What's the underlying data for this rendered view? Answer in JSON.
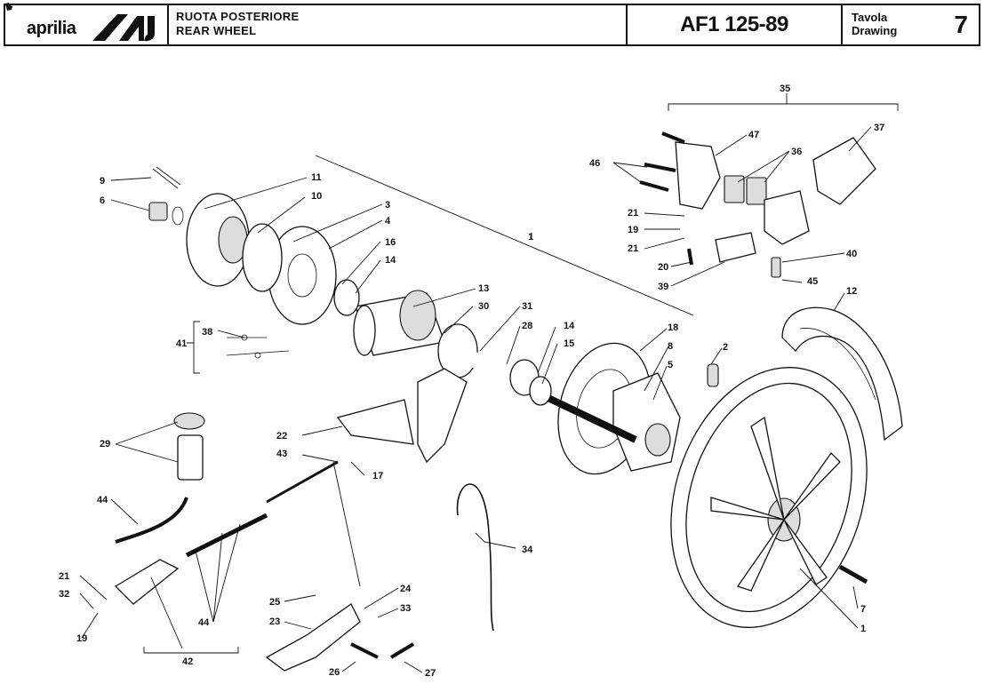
{
  "header": {
    "brand": "aprilia",
    "title_it": "RUOTA POSTERIORE",
    "title_en": "REAR WHEEL",
    "model": "AF1 125-89",
    "drawing_label_it": "Tavola",
    "drawing_label_en": "Drawing",
    "drawing_number": "7"
  },
  "callouts": {
    "c1a": "1",
    "c1b": "1",
    "c2": "2",
    "c3": "3",
    "c4": "4",
    "c5": "5",
    "c6": "6",
    "c7": "7",
    "c8": "8",
    "c9": "9",
    "c10": "10",
    "c11": "11",
    "c12": "12",
    "c13": "13",
    "c14a": "14",
    "c14b": "14",
    "c15": "15",
    "c16": "16",
    "c17": "17",
    "c18": "18",
    "c19a": "19",
    "c19b": "19",
    "c20": "20",
    "c21a": "21",
    "c21b": "21",
    "c21c": "21",
    "c22": "22",
    "c23": "23",
    "c24": "24",
    "c25": "25",
    "c26": "26",
    "c27": "27",
    "c28": "28",
    "c29": "29",
    "c30": "30",
    "c31": "31",
    "c32": "32",
    "c33": "33",
    "c34": "34",
    "c35": "35",
    "c36": "36",
    "c37": "37",
    "c38": "38",
    "c39": "39",
    "c40": "40",
    "c41": "41",
    "c42": "42",
    "c43": "43",
    "c44a": "44",
    "c44b": "44",
    "c45": "45",
    "c46": "46",
    "c47": "47"
  }
}
